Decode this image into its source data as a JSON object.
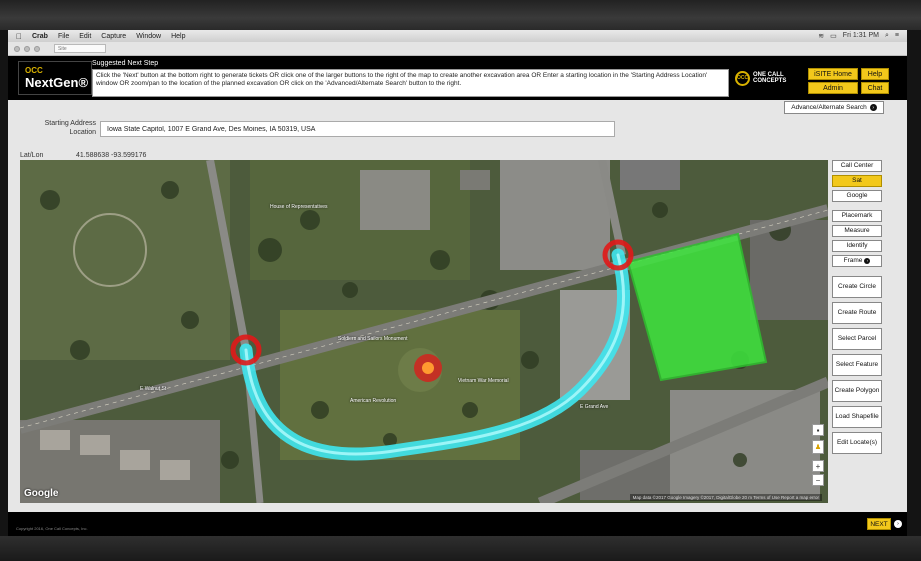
{
  "menubar": {
    "app_name": "Crab",
    "items": [
      "File",
      "Edit",
      "Capture",
      "Window",
      "Help"
    ],
    "clock": "Fri 1:31 PM"
  },
  "browser": {
    "tab_label": "Site"
  },
  "header": {
    "logo_small": "OCC",
    "logo_text": "NextGen®",
    "step_title": "Suggested Next Step",
    "step_text": "Click the 'Next' button at the bottom right to generate tickets OR click one of the larger buttons to the right of the map to create another excavation area OR Enter a starting location in the 'Starting Address Location' window OR zoom/pan to the location of the planned excavation OR click on the 'Advanced/Alternate Search' button to the right.",
    "company_logo_mark": "OCC",
    "company_logo_text": "ONE CALL CONCEPTS",
    "buttons": {
      "isite_home": "iSITE Home",
      "help": "Help",
      "admin": "Admin",
      "chat": "Chat"
    }
  },
  "search": {
    "advanced_label": "Advance/Alternate Search",
    "address_label": "Starting Address Location",
    "address_value": "Iowa State Capitol, 1007 E Grand Ave, Des Moines, IA 50319, USA",
    "latlon_label": "Lat/Lon",
    "latlon_value": "41.588638   -93.599176"
  },
  "map": {
    "google_logo": "Google",
    "attribution": "Map data ©2017 Google Imagery ©2017, DigitalGlobe   20 m   Terms of Use   Report a map error",
    "labels": {
      "fountain": "Soldiers and Sailors Monument",
      "house_reps": "House of Representatives",
      "memorial": "Vietnam War Memorial",
      "revolution": "American Revolution",
      "e_grand": "E Grand Ave",
      "e_walnut": "E Walnut St"
    },
    "zoom_in": "+",
    "zoom_out": "−"
  },
  "side_buttons": {
    "call_center": "Call Center",
    "sat": "Sat",
    "google": "Google",
    "placemark": "Placemark",
    "measure": "Measure",
    "identify": "Identify",
    "frame": "Frame",
    "create_circle": "Create Circle",
    "create_route": "Create Route",
    "select_parcel": "Select Parcel",
    "select_feature": "Select Feature",
    "create_polygon": "Create Polygon",
    "load_shapefile": "Load Shapefile",
    "edit_locate": "Edit Locate(s)"
  },
  "footer": {
    "copyright": "Copyright 2016, One Call Concepts, Inc.",
    "next_label": "NEXT"
  },
  "colors": {
    "accent_yellow": "#f2c81b",
    "route_cyan": "#3fe6ee",
    "polygon_green": "#3ee63e",
    "circle_red": "#e01818"
  }
}
